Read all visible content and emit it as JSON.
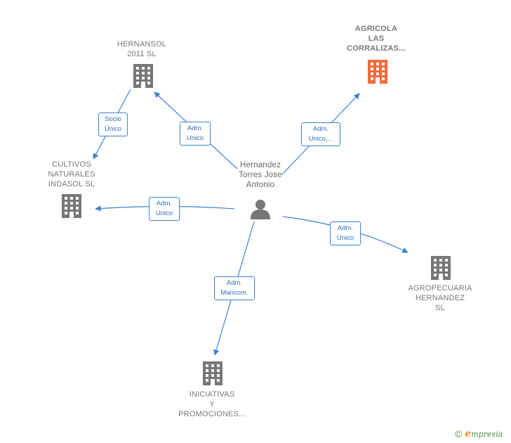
{
  "colors": {
    "edge": "#3b82d4",
    "building": "#777777",
    "building_highlight": "#f26b3a",
    "person": "#777777"
  },
  "center": {
    "lines": [
      "Hernandez",
      "Torres Jose",
      "Antonio"
    ],
    "icon": "person-icon"
  },
  "companies": [
    {
      "id": "hernansol",
      "lines": [
        "HERNANSOL",
        "2011 SL"
      ],
      "icon": "building-icon",
      "highlight": false
    },
    {
      "id": "agricola",
      "lines": [
        "AGRICOLA",
        "LAS",
        "CORRALIZAS..."
      ],
      "icon": "building-icon",
      "highlight": true
    },
    {
      "id": "cultivos",
      "lines": [
        "CULTIVOS",
        "NATURALES",
        "INDASOL SL"
      ],
      "icon": "building-icon",
      "highlight": false
    },
    {
      "id": "agropecuaria",
      "lines": [
        "AGROPECUARIA",
        "HERNANDEZ",
        "SL"
      ],
      "icon": "building-icon",
      "highlight": false
    },
    {
      "id": "iniciativas",
      "lines": [
        "INICIATIVAS",
        "Y",
        "PROMOCIONES..."
      ],
      "icon": "building-icon",
      "highlight": false
    }
  ],
  "relations": [
    {
      "from": "center",
      "to": "hernansol",
      "lines": [
        "Adm.",
        "Unico"
      ]
    },
    {
      "from": "center",
      "to": "agricola",
      "lines": [
        "Adm.",
        "Unico,..."
      ]
    },
    {
      "from": "center",
      "to": "cultivos",
      "lines": [
        "Adm.",
        "Unico"
      ]
    },
    {
      "from": "center",
      "to": "agropecuaria",
      "lines": [
        "Adm.",
        "Unico"
      ]
    },
    {
      "from": "center",
      "to": "iniciativas",
      "lines": [
        "Adm.",
        "Mancom."
      ]
    },
    {
      "from": "hernansol",
      "to": "cultivos",
      "lines": [
        "Socio",
        "Único"
      ]
    }
  ],
  "footer": {
    "copyright_symbol": "©",
    "brand_initial": "e",
    "brand_rest": "mpresia"
  }
}
